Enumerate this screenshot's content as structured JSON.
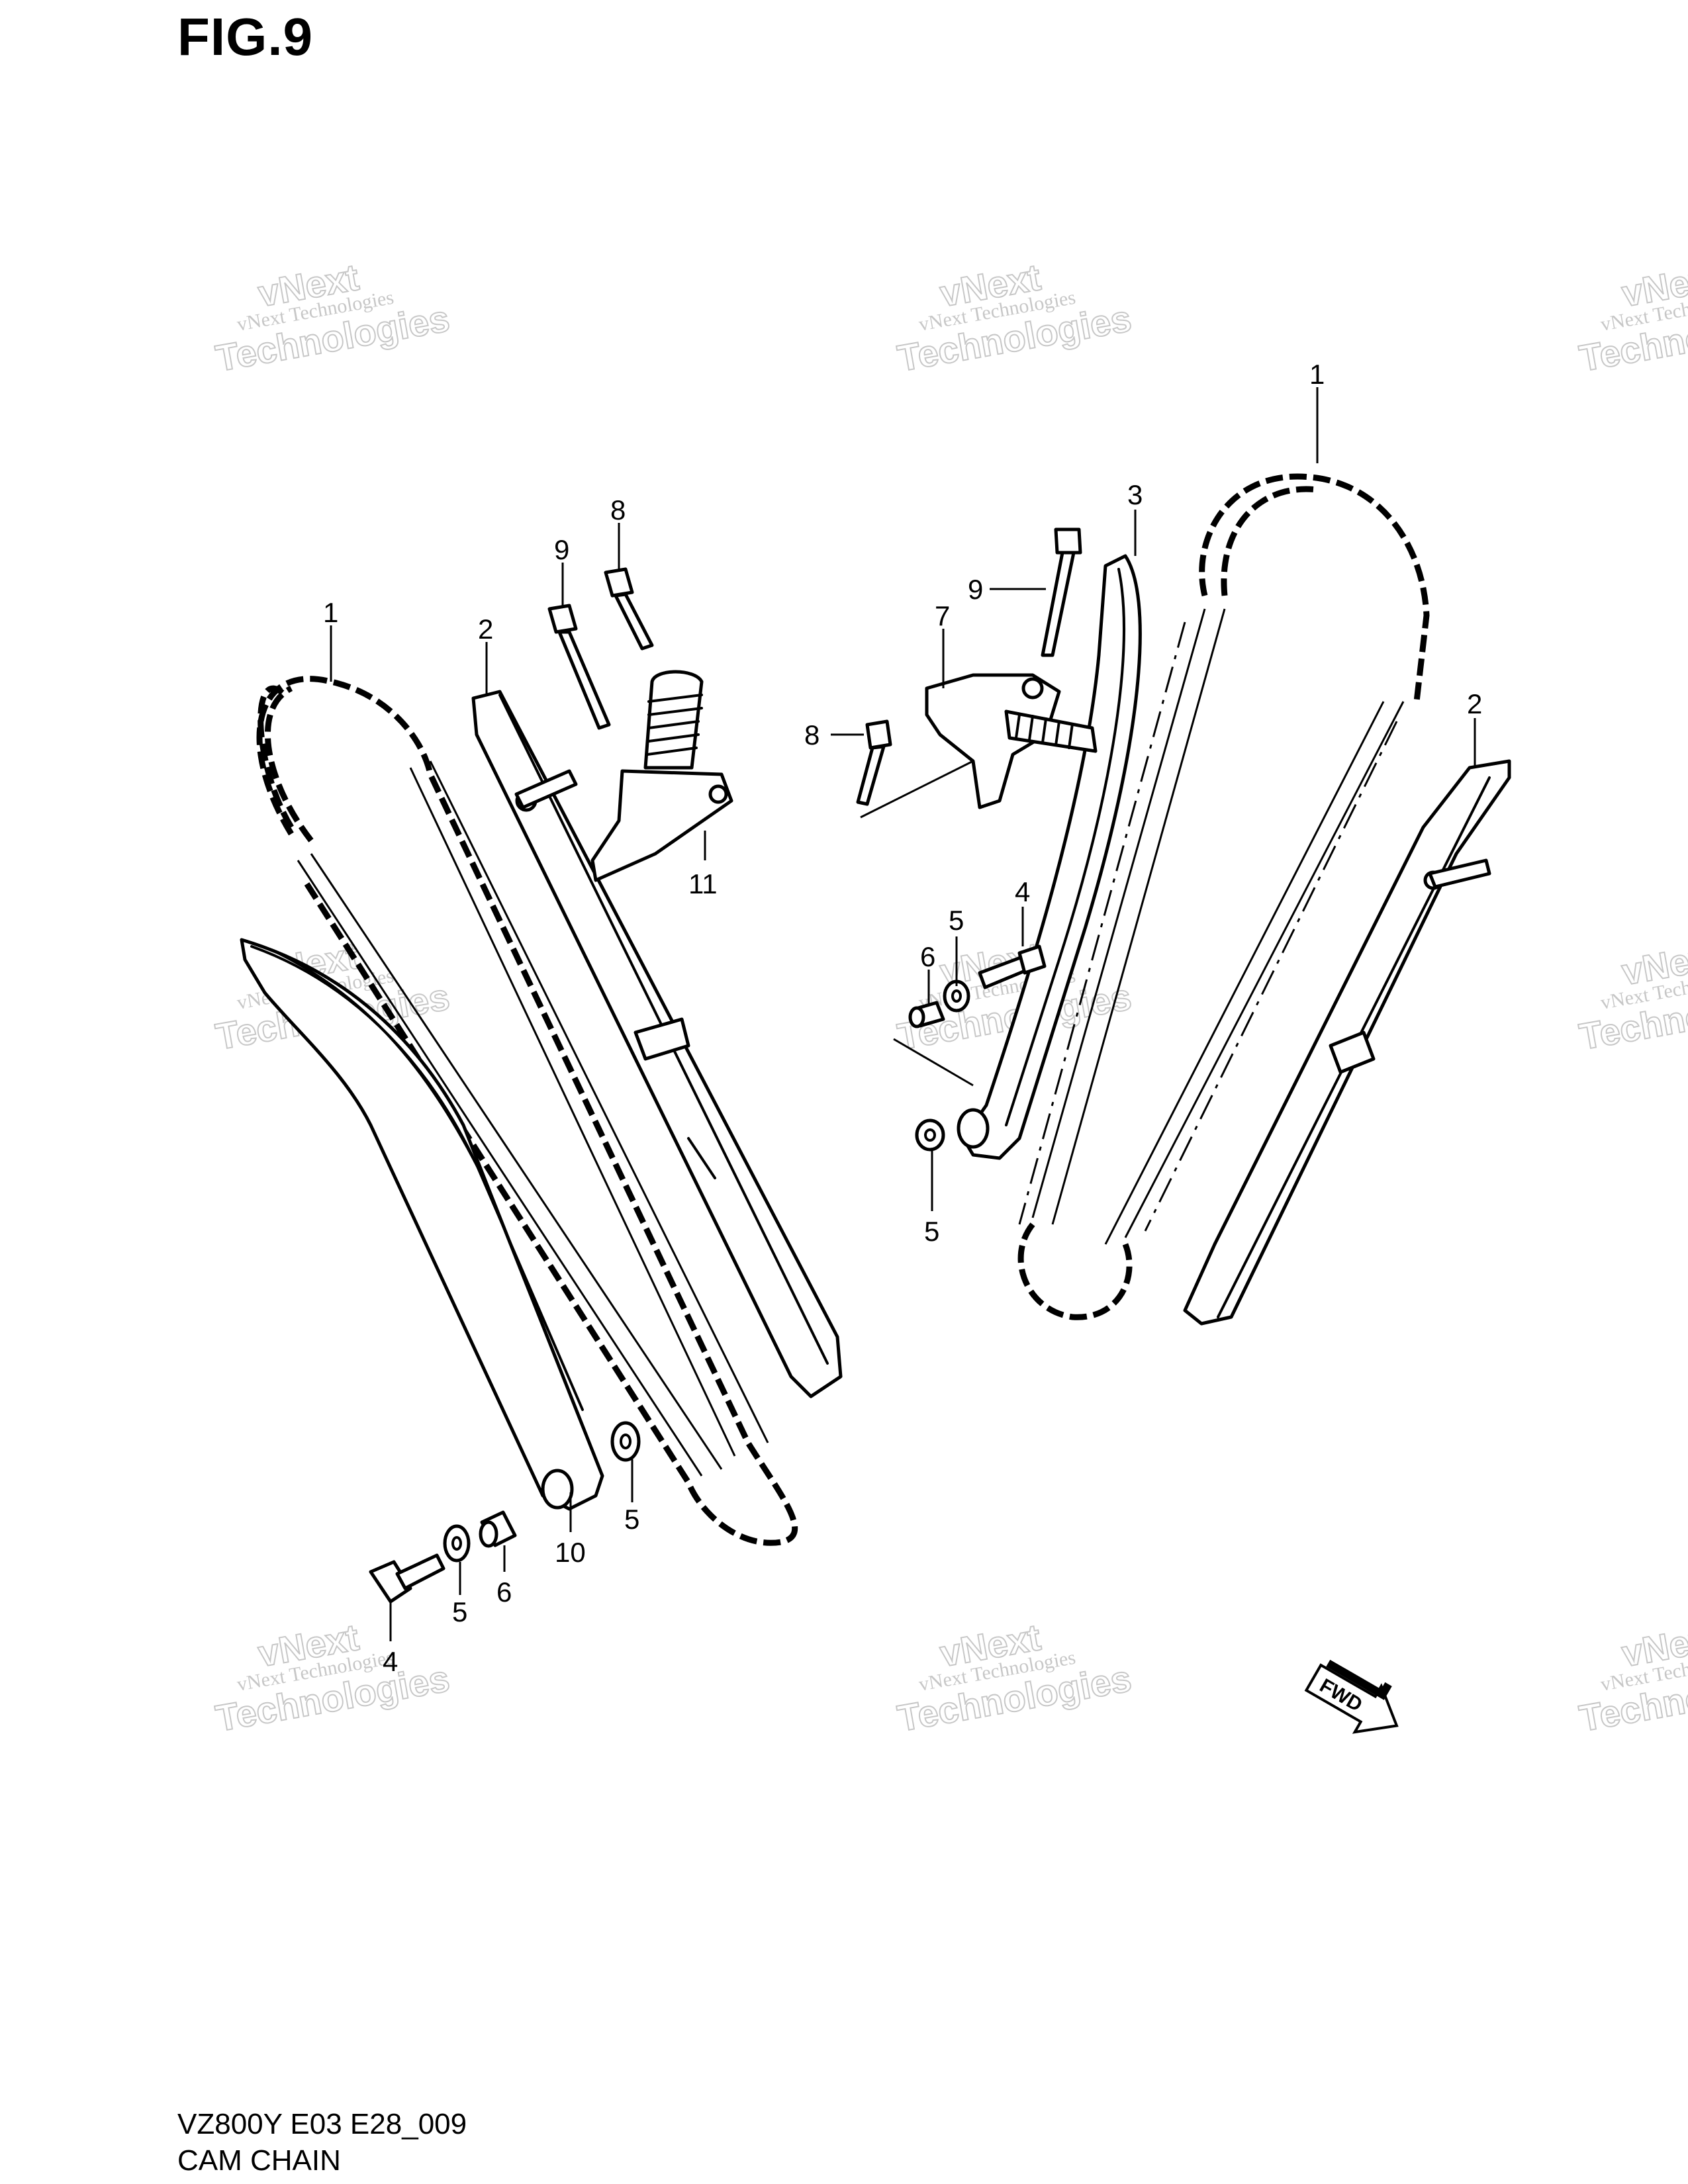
{
  "figure": {
    "title": "FIG.9"
  },
  "callouts": {
    "l1": "1",
    "l2": "2",
    "l9": "9",
    "l8": "8",
    "l11": "11",
    "l10": "10",
    "l5a": "5",
    "l5b": "5",
    "l6": "6",
    "l4": "4",
    "r1": "1",
    "r3": "3",
    "r9": "9",
    "r7": "7",
    "r8": "8",
    "r4": "4",
    "r5a": "5",
    "r6": "6",
    "r5b": "5",
    "r2": "2"
  },
  "watermark": {
    "line1": "vNext Technologies",
    "line2": "vNext",
    "line3": "Technologies"
  },
  "fwd_badge": "FWD",
  "footer": {
    "code": "VZ800Y E03 E28_009",
    "caption": "CAM CHAIN"
  }
}
